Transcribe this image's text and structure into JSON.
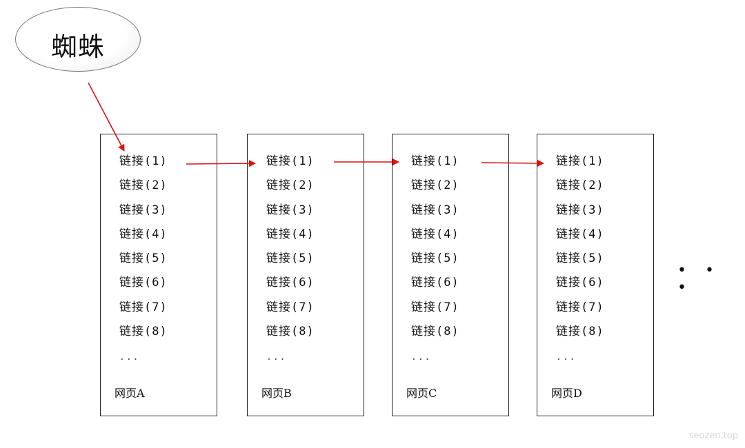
{
  "spider": {
    "label": "蜘蛛"
  },
  "pages": [
    {
      "label": "网页A",
      "links": [
        "链接(1)",
        "链接(2)",
        "链接(3)",
        "链接(4)",
        "链接(5)",
        "链接(6)",
        "链接(7)",
        "链接(8)"
      ],
      "ellipsis": "..."
    },
    {
      "label": "网页B",
      "links": [
        "链接(1)",
        "链接(2)",
        "链接(3)",
        "链接(4)",
        "链接(5)",
        "链接(6)",
        "链接(7)",
        "链接(8)"
      ],
      "ellipsis": "..."
    },
    {
      "label": "网页C",
      "links": [
        "链接(1)",
        "链接(2)",
        "链接(3)",
        "链接(4)",
        "链接(5)",
        "链接(6)",
        "链接(7)",
        "链接(8)"
      ],
      "ellipsis": "..."
    },
    {
      "label": "网页D",
      "links": [
        "链接(1)",
        "链接(2)",
        "链接(3)",
        "链接(4)",
        "链接(5)",
        "链接(6)",
        "链接(7)",
        "链接(8)"
      ],
      "ellipsis": "..."
    }
  ],
  "continuation": "• • •",
  "watermark": "seozen.top",
  "colors": {
    "arrow": "#e01010",
    "border": "#222222",
    "text": "#111111"
  }
}
